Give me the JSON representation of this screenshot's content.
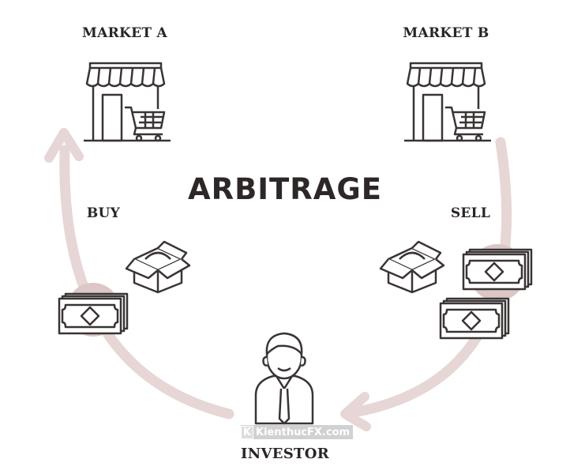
{
  "title": "ARBITRAGE",
  "market_a": {
    "label": "MARKET A"
  },
  "market_b": {
    "label": "MARKET B"
  },
  "buy": {
    "label": "BUY"
  },
  "sell": {
    "label": "SELL"
  },
  "investor": {
    "label": "INVESTOR"
  },
  "watermark": {
    "k": "K",
    "text": "KienthucFX.com"
  },
  "colors": {
    "line": "#3a3434",
    "arrow": "#e6d6d6",
    "highlight": "#dcc6c6",
    "text": "#2a2424"
  }
}
